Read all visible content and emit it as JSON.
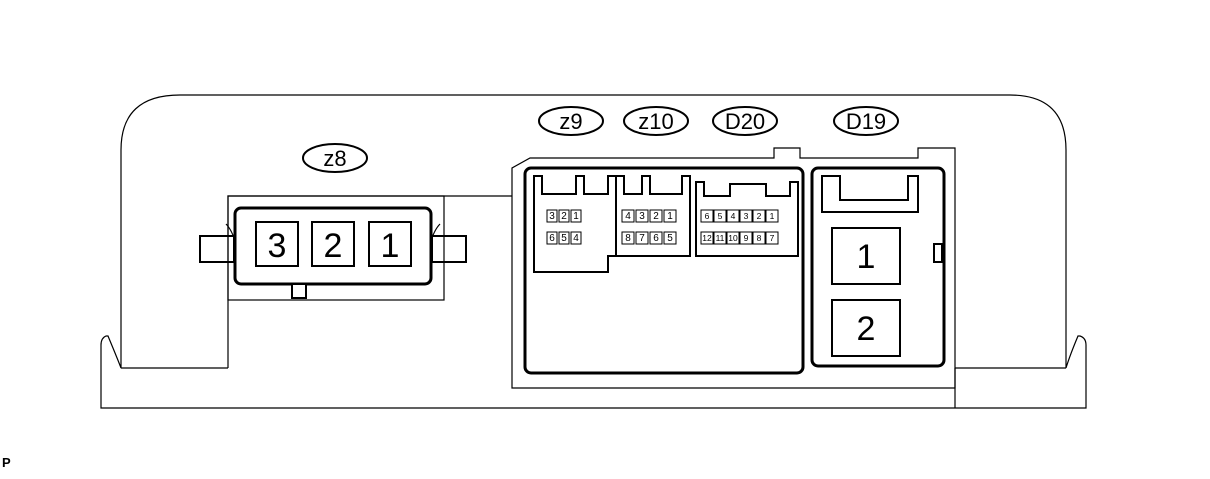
{
  "connectors": {
    "z8": {
      "label": "z8",
      "pins": [
        "3",
        "2",
        "1"
      ]
    },
    "z9": {
      "label": "z9",
      "row1": [
        "3",
        "2",
        "1"
      ],
      "row2": [
        "6",
        "5",
        "4"
      ]
    },
    "z10": {
      "label": "z10",
      "row1": [
        "4",
        "3",
        "2",
        "1"
      ],
      "row2": [
        "8",
        "7",
        "6",
        "5"
      ]
    },
    "D20": {
      "label": "D20",
      "row1": [
        "6",
        "5",
        "4",
        "3",
        "2",
        "1"
      ],
      "row2": [
        "12",
        "11",
        "10",
        "9",
        "8",
        "7"
      ]
    },
    "D19": {
      "label": "D19",
      "pins": [
        "1",
        "2"
      ]
    }
  },
  "corner_mark": "P"
}
